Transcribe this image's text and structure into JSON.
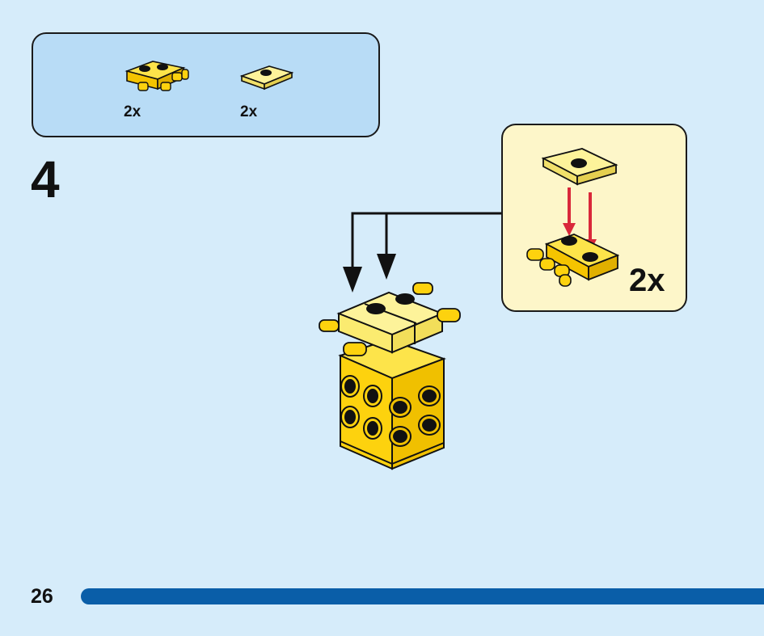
{
  "parts_list": {
    "items": [
      {
        "icon": "yellow-plate-with-bars",
        "count": "2x"
      },
      {
        "icon": "light-yellow-jumper-plate",
        "count": "2x"
      }
    ]
  },
  "step": {
    "number": "4"
  },
  "callout": {
    "multiplier": "2x"
  },
  "footer": {
    "page_number": "26"
  },
  "colors": {
    "background": "#d6ecfa",
    "parts_box": "#b8dcf6",
    "callout_box": "#fdf6c9",
    "brick_yellow": "#fdd20e",
    "brick_light_yellow": "#fbf08c",
    "arrow_red": "#d9283a",
    "progress_blue": "#0a5ea8"
  }
}
